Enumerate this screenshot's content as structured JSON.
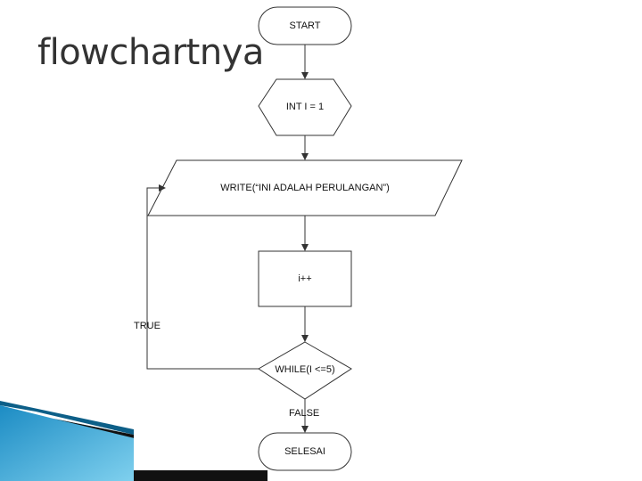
{
  "title": "flowchartnya",
  "flowchart": {
    "start": "START",
    "init": "INT I = 1",
    "write": "WRITE(“INI ADALAH PERULANGAN”)",
    "increment": "i++",
    "decision": "WHILE(I <=5)",
    "true_label": "TRUE",
    "false_label": "FALSE",
    "end": "SELESAI"
  },
  "colors": {
    "line": "#333333",
    "decor_blue": "#2aa0d4",
    "decor_dark": "#111111"
  }
}
